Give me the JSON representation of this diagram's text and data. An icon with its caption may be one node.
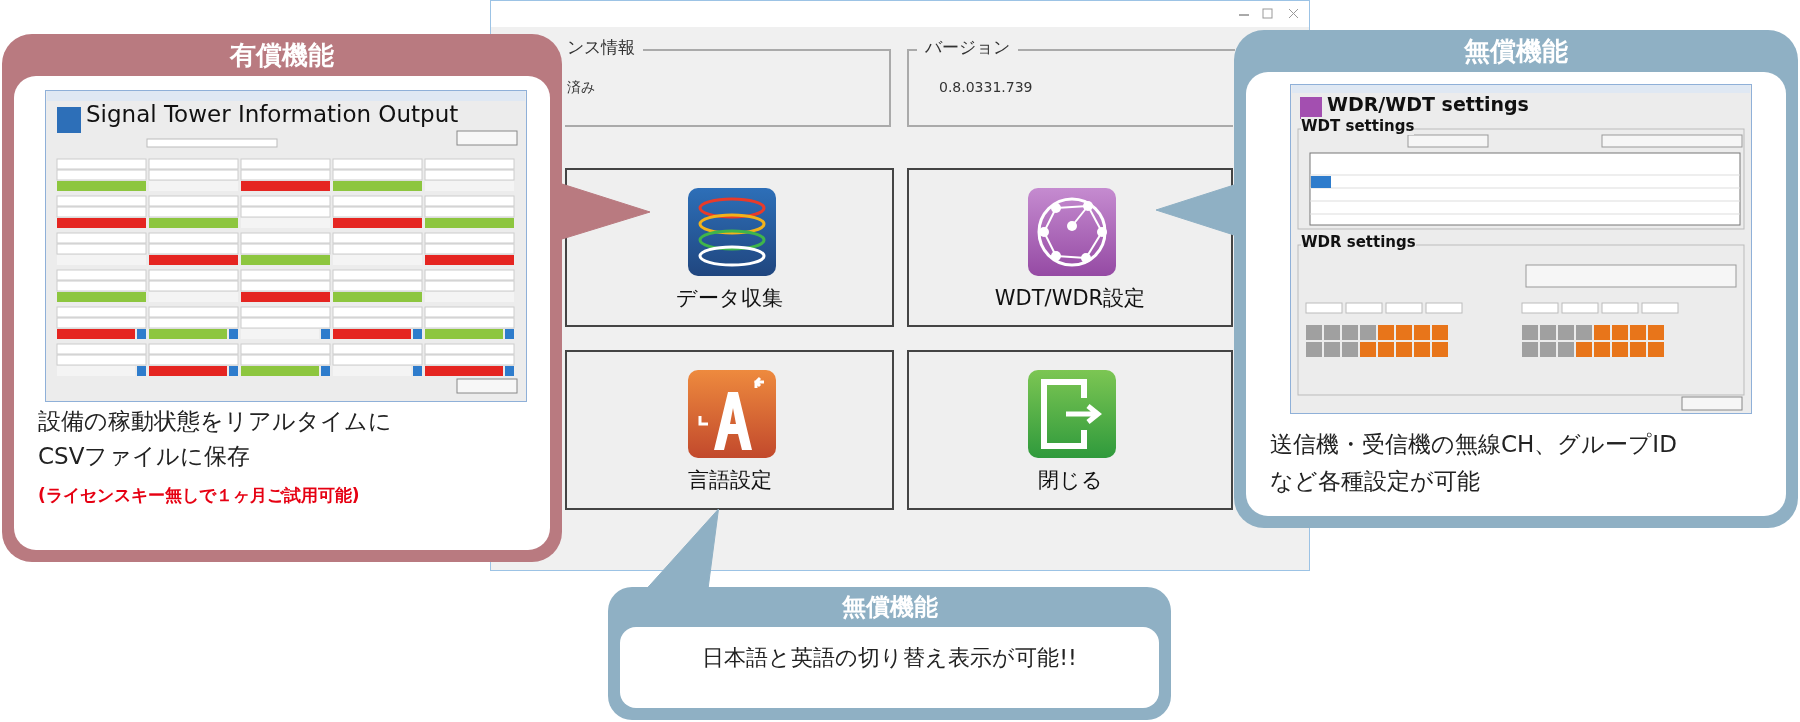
{
  "diagram": {
    "nodes": [
      {
        "text": [
          "有償機能",
          "設備の稼動状態をリアルタイムにCSVファイルに保存",
          "(ライセンスキー無しで１ヶ月ご試用可能)"
        ]
      },
      {
        "text": [
          "Signal Tower Information Output"
        ],
        "in": 0
      },
      {
        "text": [],
        "shape": "box"
      },
      {
        "text": [
          "ンス情報",
          "済み"
        ],
        "in": 2
      },
      {
        "text": [
          "バージョン",
          "0.8.0331.739"
        ],
        "in": 2
      },
      {
        "text": [
          "データ収集"
        ],
        "in": 2
      },
      {
        "text": [
          "WDT/WDR設定"
        ],
        "in": 2
      },
      {
        "text": [
          "言語設定"
        ],
        "in": 2
      },
      {
        "text": [
          "閉じる"
        ],
        "in": 2
      },
      {
        "text": [
          "無償機能",
          "送信機・受信機の無線CH、グループIDなど各種設定が可能"
        ]
      },
      {
        "text": [
          "WDR/WDT settings",
          "WDT settings",
          "WDR settings"
        ],
        "in": 9
      },
      {
        "text": [
          "無償機能",
          "日本語と英語の切り替え表示が可能!!"
        ]
      }
    ],
    "edges": [
      {
        "from": 0,
        "to": 5,
        "arrow": "to"
      },
      {
        "from": 9,
        "to": 6,
        "arrow": "to"
      },
      {
        "from": 11,
        "to": 7,
        "arrow": "to"
      }
    ]
  }
}
